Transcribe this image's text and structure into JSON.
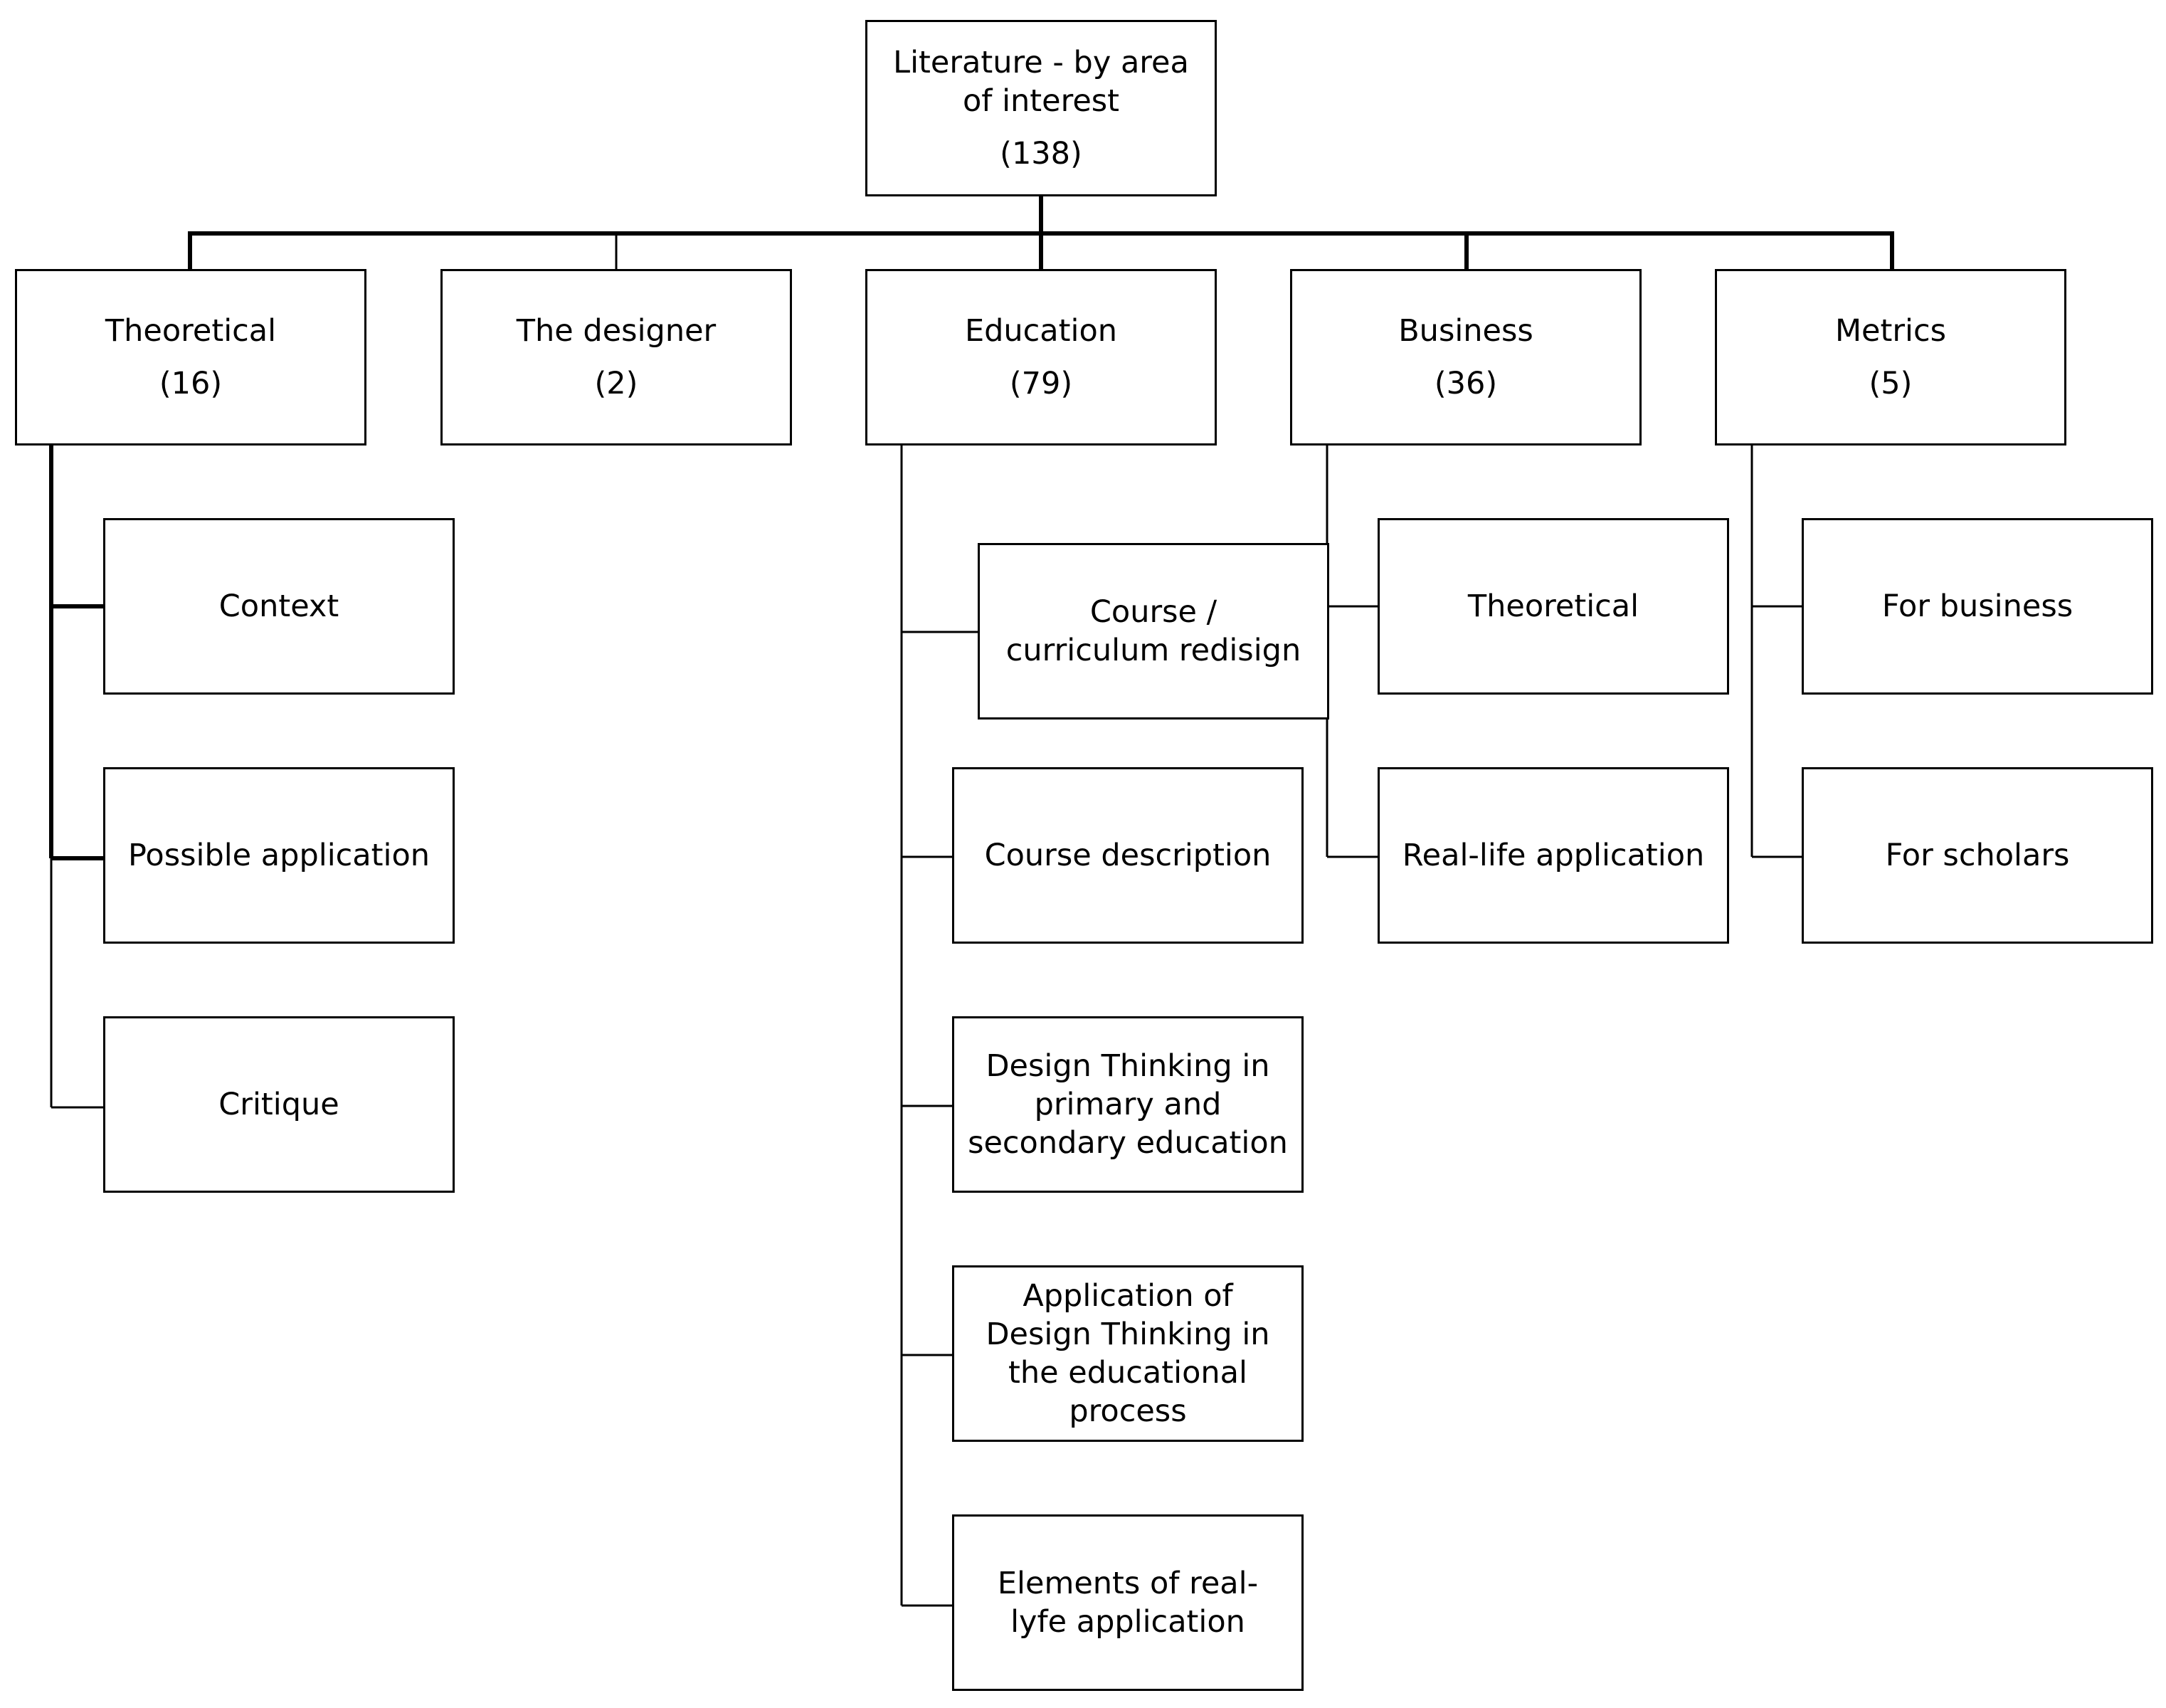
{
  "root": {
    "label": "Literature - by area of interest",
    "count": "(138)"
  },
  "categories": {
    "theoretical": {
      "label": "Theoretical",
      "count": "(16)",
      "children": [
        "Context",
        "Possible application",
        "Critique"
      ]
    },
    "designer": {
      "label": "The designer",
      "count": "(2)"
    },
    "education": {
      "label": "Education",
      "count": "(79)",
      "children": [
        "Course / curriculum redisign",
        "Course description",
        "Design Thinking in primary and secondary education",
        "Application of Design Thinking in the educational process",
        "Elements of real-lyfe application"
      ]
    },
    "business": {
      "label": "Business",
      "count": "(36)",
      "children": [
        "Theoretical",
        "Real-life application"
      ]
    },
    "metrics": {
      "label": "Metrics",
      "count": "(5)",
      "children": [
        "For business",
        "For scholars"
      ]
    }
  }
}
